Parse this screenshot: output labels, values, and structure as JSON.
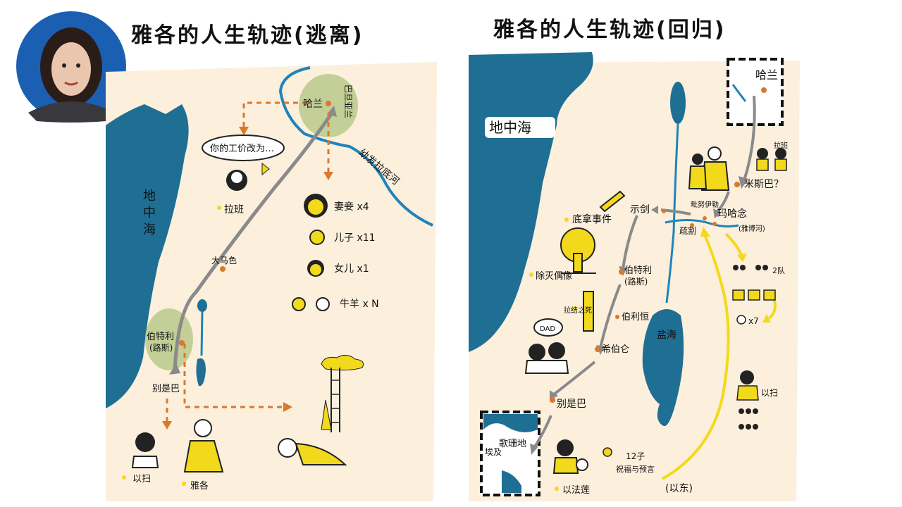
{
  "titles": {
    "left": "雅各的人生轨迹(逃离)",
    "right": "雅各的人生轨迹(回归)"
  },
  "left_map": {
    "sea": "地中海",
    "paddan_aram": "巴旦亚兰",
    "haran": "哈兰",
    "river": "幼发拉底河",
    "speech": "你的工价改为…",
    "laban": "拉班",
    "damascus": "大马色",
    "bethel": "伯特利",
    "bethel_sub": "(路斯)",
    "beersheba": "别是巴",
    "esau": "以扫",
    "jacob": "雅各",
    "wives": "妻妾 x4",
    "sons": "儿子 x11",
    "daughters": "女儿 x1",
    "cattle": "牛羊 x N"
  },
  "right_map": {
    "sea": "地中海",
    "haran": "哈兰",
    "laban": "拉班",
    "mizpah": "米斯巴？",
    "mahanaim": "玛哈念",
    "peniel": "毗努伊勒",
    "succoth": "疏割",
    "jabbok": "(雅博河)",
    "shechem": "示剑",
    "dinah": "底拿事件",
    "idols": "除灭偶像",
    "deborah": "拉结之死",
    "bethel": "伯特利",
    "bethel_sub": "(路斯)",
    "bethlehem": "伯利恒",
    "hebron": "希伯仑",
    "beersheba": "别是巴",
    "dead_sea": "盐海",
    "egypt": "埃及",
    "goshen": "歌珊地",
    "dad": "DAD",
    "two_camps": "2队",
    "bow": "x7",
    "esau": "以扫",
    "edom": "(以东)",
    "twelve": "12子",
    "blessing": "祝福与预言",
    "ephraim": "以法莲"
  },
  "colors": {
    "sea": "#1f6f94",
    "land": "#fcefdc",
    "route_gray": "#8a8a8a",
    "route_orange": "#d9782e",
    "yellow": "#f3d91c",
    "green_zone": "#b9c98a"
  }
}
